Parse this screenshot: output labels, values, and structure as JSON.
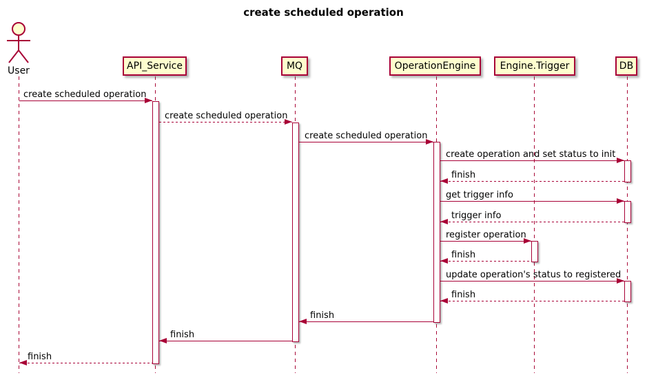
{
  "title": "create scheduled operation",
  "colors": {
    "accent": "#A80036",
    "participant_fill": "#FEFECE",
    "text": "#000000",
    "background": "#FFFFFF"
  },
  "participants": [
    {
      "name": "User",
      "type": "actor"
    },
    {
      "name": "API_Service",
      "type": "participant"
    },
    {
      "name": "MQ",
      "type": "participant"
    },
    {
      "name": "OperationEngine",
      "type": "participant"
    },
    {
      "name": "Engine.Trigger",
      "type": "participant"
    },
    {
      "name": "DB",
      "type": "participant"
    }
  ],
  "messages": [
    {
      "from": "User",
      "to": "API_Service",
      "label": "create scheduled operation",
      "style": "solid"
    },
    {
      "from": "API_Service",
      "to": "MQ",
      "label": "create scheduled operation",
      "style": "dotted"
    },
    {
      "from": "MQ",
      "to": "OperationEngine",
      "label": "create scheduled operation",
      "style": "solid"
    },
    {
      "from": "OperationEngine",
      "to": "DB",
      "label": "create operation and set status to init",
      "style": "solid"
    },
    {
      "from": "DB",
      "to": "OperationEngine",
      "label": "finish",
      "style": "dotted"
    },
    {
      "from": "OperationEngine",
      "to": "DB",
      "label": "get trigger info",
      "style": "solid"
    },
    {
      "from": "DB",
      "to": "OperationEngine",
      "label": "trigger info",
      "style": "dotted"
    },
    {
      "from": "OperationEngine",
      "to": "Engine.Trigger",
      "label": "register operation",
      "style": "solid"
    },
    {
      "from": "Engine.Trigger",
      "to": "OperationEngine",
      "label": "finish",
      "style": "dotted"
    },
    {
      "from": "OperationEngine",
      "to": "DB",
      "label": "update operation's status to registered",
      "style": "solid"
    },
    {
      "from": "DB",
      "to": "OperationEngine",
      "label": "finish",
      "style": "dotted"
    },
    {
      "from": "OperationEngine",
      "to": "MQ",
      "label": "finish",
      "style": "solid"
    },
    {
      "from": "MQ",
      "to": "API_Service",
      "label": "finish",
      "style": "solid"
    },
    {
      "from": "API_Service",
      "to": "User",
      "label": "finish",
      "style": "dotted"
    }
  ]
}
